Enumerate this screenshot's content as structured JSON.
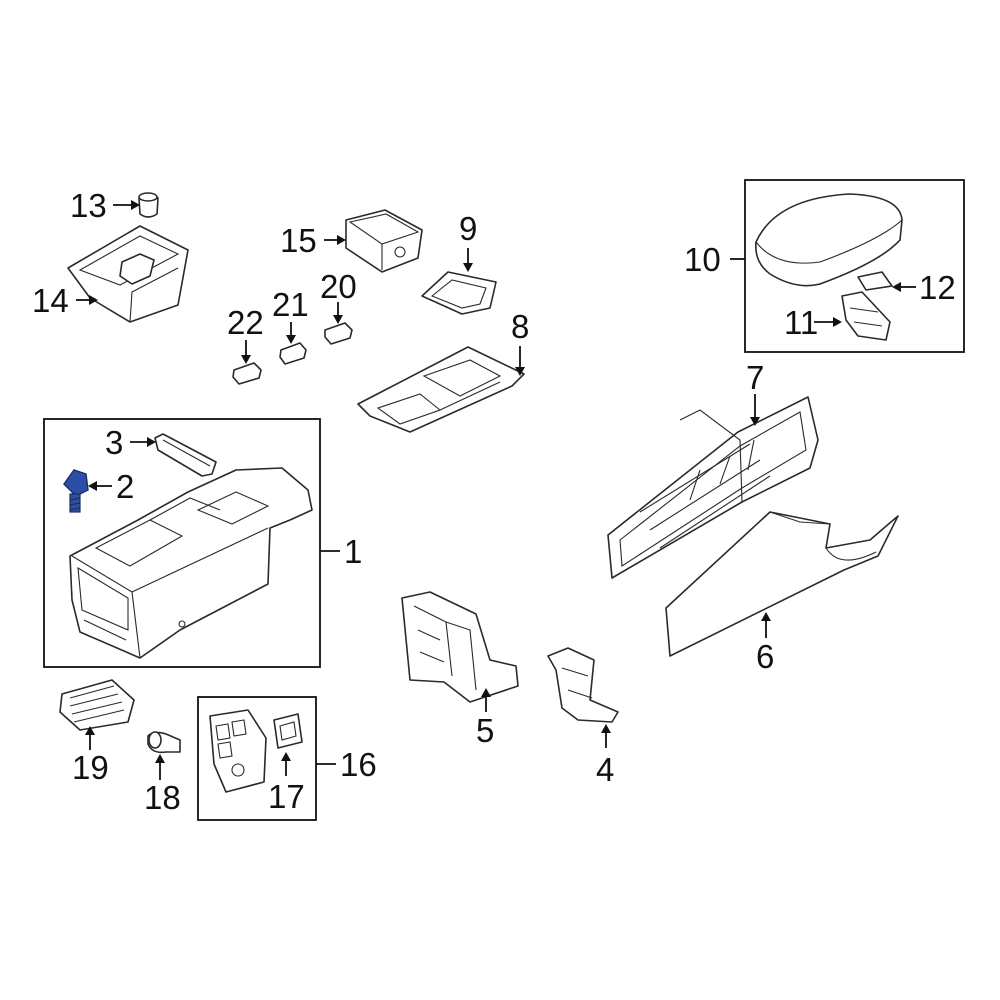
{
  "diagram": {
    "callouts": [
      {
        "id": "1",
        "text": "1"
      },
      {
        "id": "2",
        "text": "2"
      },
      {
        "id": "3",
        "text": "3"
      },
      {
        "id": "4",
        "text": "4"
      },
      {
        "id": "5",
        "text": "5"
      },
      {
        "id": "6",
        "text": "6"
      },
      {
        "id": "7",
        "text": "7"
      },
      {
        "id": "8",
        "text": "8"
      },
      {
        "id": "9",
        "text": "9"
      },
      {
        "id": "10",
        "text": "10"
      },
      {
        "id": "11",
        "text": "11"
      },
      {
        "id": "12",
        "text": "12"
      },
      {
        "id": "13",
        "text": "13"
      },
      {
        "id": "14",
        "text": "14"
      },
      {
        "id": "15",
        "text": "15"
      },
      {
        "id": "16",
        "text": "16"
      },
      {
        "id": "17",
        "text": "17"
      },
      {
        "id": "18",
        "text": "18"
      },
      {
        "id": "19",
        "text": "19"
      },
      {
        "id": "20",
        "text": "20"
      },
      {
        "id": "21",
        "text": "21"
      },
      {
        "id": "22",
        "text": "22"
      }
    ],
    "colors": {
      "line": "#2a2a2a",
      "highlight": "#2b4fa8",
      "background": "#ffffff"
    }
  }
}
